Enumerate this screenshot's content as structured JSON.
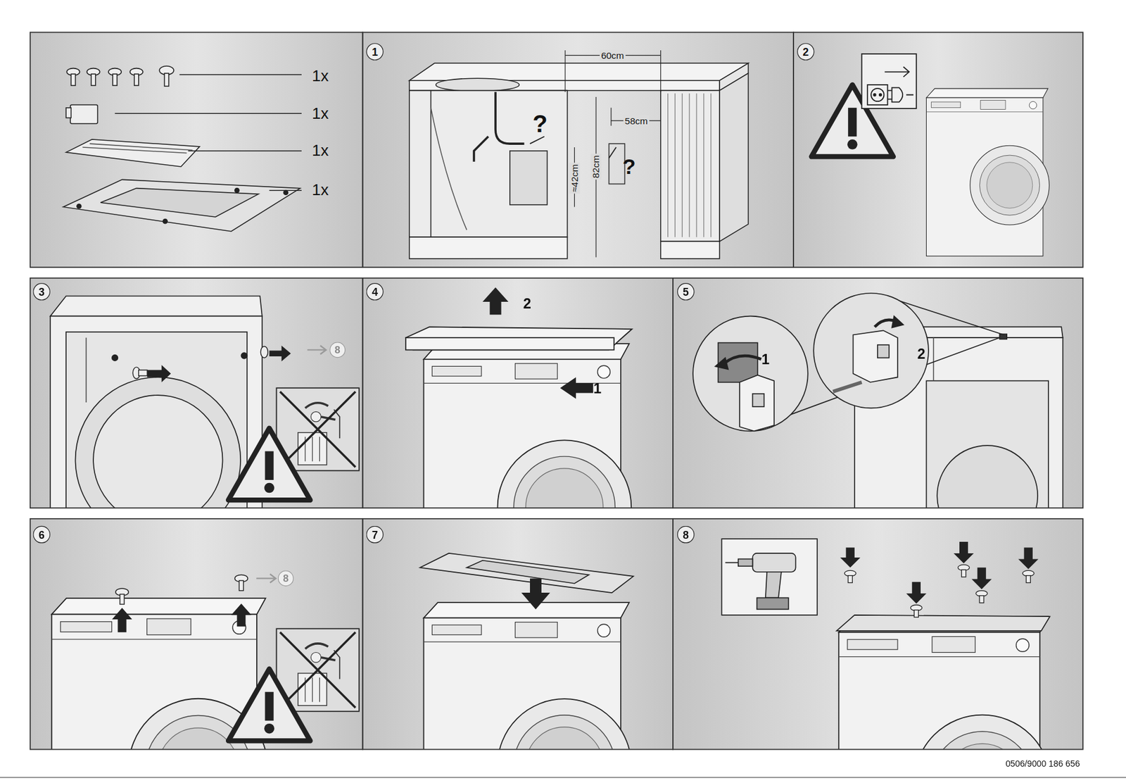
{
  "diagram": {
    "nodes": [
      {
        "text": [
          "1"
        ]
      },
      {
        "text": [
          "2"
        ]
      },
      {
        "text": [
          "3"
        ]
      },
      {
        "text": [
          "8"
        ]
      },
      {
        "text": [
          "4"
        ]
      },
      {
        "text": [
          "5"
        ]
      },
      {
        "text": [
          "6"
        ]
      },
      {
        "text": [
          "8"
        ]
      },
      {
        "text": [
          "7"
        ]
      },
      {
        "text": [
          "8"
        ]
      }
    ],
    "labels": [
      "1x",
      "1x",
      "1x",
      "1x",
      "60cm",
      "?",
      "58cm",
      "≈42cm",
      "82cm",
      "?",
      "2",
      "1",
      "1",
      "2",
      "0506/9000 186 656"
    ]
  }
}
